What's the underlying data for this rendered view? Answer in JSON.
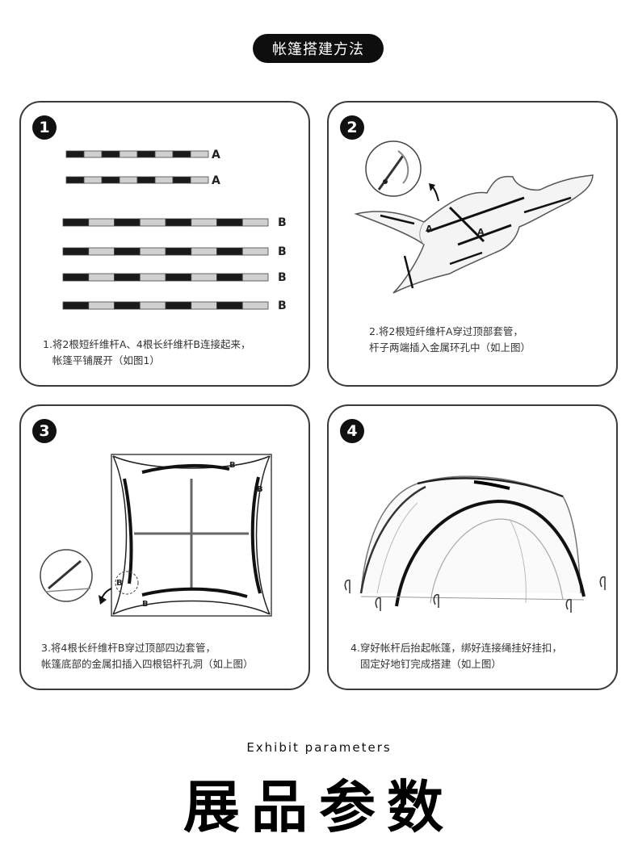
{
  "header": {
    "title": "帐篷搭建方法"
  },
  "steps": [
    {
      "number": "1",
      "caption": "1.将2根短纤维杆A、4根长纤维杆B连接起来，\n   帐篷平铺展开（如图1）",
      "pole_labels": [
        "A",
        "A",
        "B",
        "B",
        "B",
        "B"
      ]
    },
    {
      "number": "2",
      "caption": "2.将2根短纤维杆A穿过顶部套管，\n杆子两端插入金属环孔中（如上图）",
      "pole_labels": [
        "A",
        "A"
      ]
    },
    {
      "number": "3",
      "caption": "3.将4根长纤维杆B穿过顶部四边套管，\n帐篷底部的金属扣插入四根铝杆孔洞（如上图）",
      "pole_labels": [
        "B",
        "B",
        "B",
        "B"
      ]
    },
    {
      "number": "4",
      "caption": "4.穿好帐杆后抬起帐篷，绑好连接绳挂好挂扣，\n   固定好地钉完成搭建（如上图）"
    }
  ],
  "footer": {
    "subtitle": "Exhibit parameters",
    "title": "展品参数"
  }
}
